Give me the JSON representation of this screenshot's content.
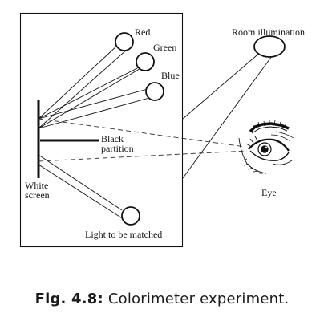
{
  "labels": {
    "red": "Red",
    "green": "Green",
    "blue": "Blue",
    "room_illumination": "Room illumination",
    "black_partition_line1": "Black",
    "black_partition_line2": "partition",
    "white_screen_line1": "White",
    "white_screen_line2": "screen",
    "eye": "Eye",
    "light_to_be_matched": "Light to be matched"
  },
  "caption": {
    "prefix": "Fig. 4.8:",
    "text": "Colorimeter experiment."
  },
  "colors": {
    "line": "#111111",
    "background": "#ffffff"
  }
}
